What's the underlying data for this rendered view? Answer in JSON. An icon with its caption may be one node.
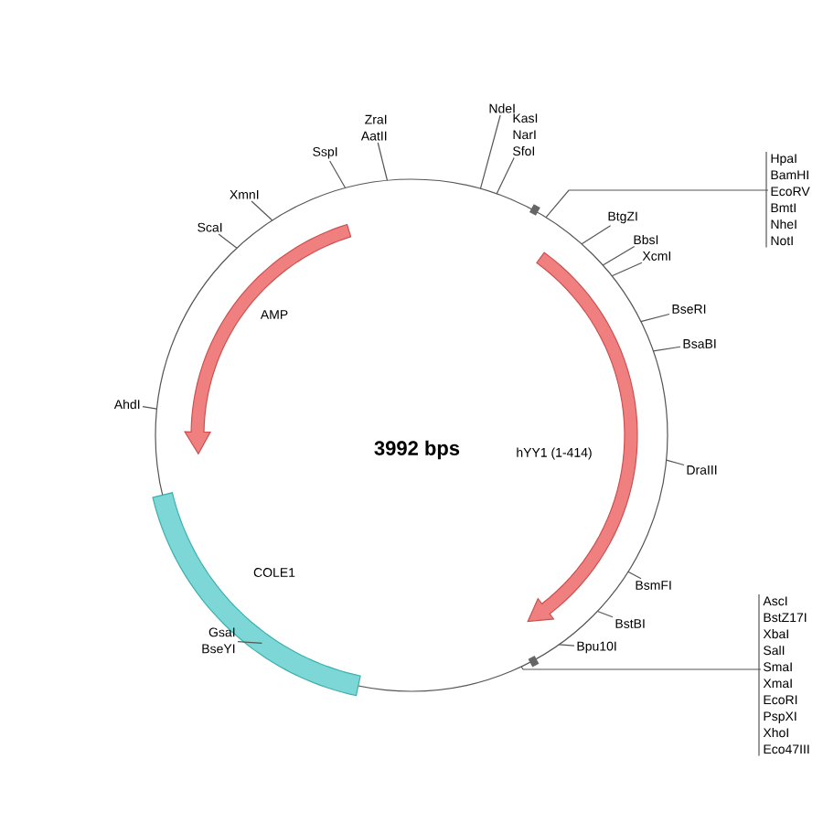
{
  "diagram": {
    "nodes": [
      {
        "text": [
          "ZraI",
          "AatII"
        ]
      },
      {
        "text": [
          "NdeI"
        ]
      },
      {
        "text": [
          "KasI",
          "NarI",
          "SfoI"
        ]
      },
      {
        "text": [
          "SspI"
        ]
      },
      {
        "text": [
          "XmnI"
        ]
      },
      {
        "text": [
          "HpaI",
          "BamHI",
          "EcoRV",
          "BmtI",
          "NheI",
          "NotI"
        ]
      },
      {
        "text": [
          "ScaI"
        ]
      },
      {
        "text": [
          "BtgZI"
        ]
      },
      {
        "text": [
          "BbsI"
        ]
      },
      {
        "text": [
          "XcmI"
        ]
      },
      {
        "text": [
          "BseRI"
        ]
      },
      {
        "text": [
          "BsaBI"
        ]
      },
      {
        "text": [
          "AhdI"
        ]
      },
      {
        "text": [
          "DraIII"
        ]
      },
      {
        "text": [
          "BsmFI"
        ]
      },
      {
        "text": [
          "AscI",
          "BstZ17I",
          "XbaI",
          "SalI",
          "SmaI",
          "XmaI",
          "EcoRI",
          "PspXI",
          "XhoI",
          "Eco47III"
        ]
      },
      {
        "text": [
          "BstBI"
        ]
      },
      {
        "text": [
          "GsaI",
          "BseYI"
        ]
      },
      {
        "text": [
          "Bpu10I"
        ]
      }
    ],
    "edges": [
      {
        "from": 0,
        "to": null,
        "arrow": "none"
      },
      {
        "from": 1,
        "to": null,
        "arrow": "none"
      },
      {
        "from": 2,
        "to": null,
        "arrow": "none"
      },
      {
        "from": 3,
        "to": null,
        "arrow": "none"
      },
      {
        "from": 4,
        "to": null,
        "arrow": "none"
      },
      {
        "from": 5,
        "to": null,
        "arrow": "none"
      },
      {
        "from": 6,
        "to": null,
        "arrow": "none"
      },
      {
        "from": 7,
        "to": null,
        "arrow": "none"
      },
      {
        "from": 8,
        "to": null,
        "arrow": "none"
      },
      {
        "from": 9,
        "to": null,
        "arrow": "none"
      },
      {
        "from": 10,
        "to": null,
        "arrow": "none"
      },
      {
        "from": 11,
        "to": null,
        "arrow": "none"
      },
      {
        "from": 12,
        "to": null,
        "arrow": "none"
      },
      {
        "from": 13,
        "to": null,
        "arrow": "none"
      },
      {
        "from": 14,
        "to": null,
        "arrow": "none"
      },
      {
        "from": 15,
        "to": null,
        "arrow": "none"
      },
      {
        "from": 16,
        "to": null,
        "arrow": "none"
      },
      {
        "from": 17,
        "to": null,
        "arrow": "none"
      },
      {
        "from": 18,
        "to": null,
        "arrow": "none"
      }
    ],
    "labels": [
      "AMP",
      "3992 bps",
      "hYY1 (1-414)",
      "COLE1"
    ]
  }
}
